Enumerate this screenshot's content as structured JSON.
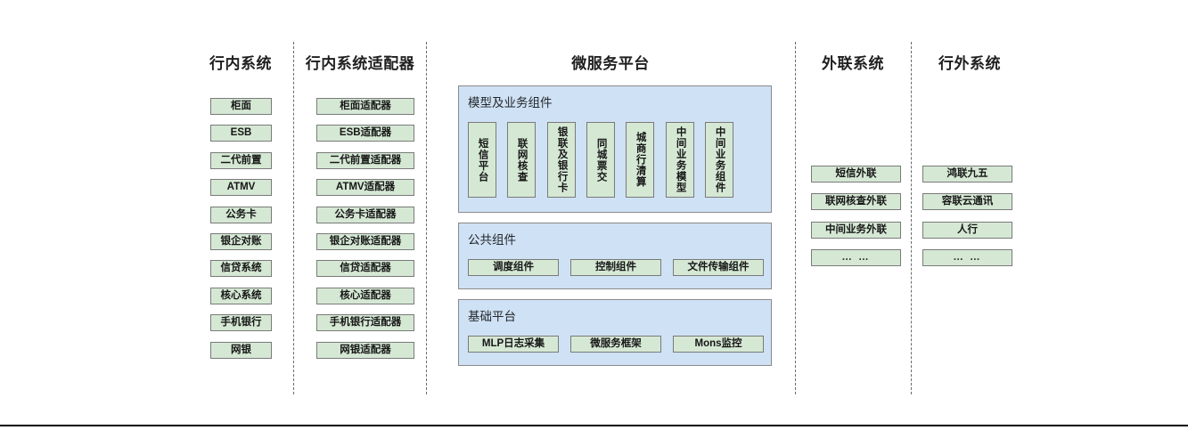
{
  "diagram": {
    "columns": [
      {
        "id": "internal-systems",
        "title": "行内系统",
        "items": [
          "柜面",
          "ESB",
          "二代前置",
          "ATMV",
          "公务卡",
          "银企对账",
          "信贷系统",
          "核心系统",
          "手机银行",
          "网银"
        ]
      },
      {
        "id": "internal-system-adapters",
        "title": "行内系统适配器",
        "items": [
          "柜面适配器",
          "ESB适配器",
          "二代前置适配器",
          "ATMV适配器",
          "公务卡适配器",
          "银企对账适配器",
          "信贷适配器",
          "核心适配器",
          "手机银行适配器",
          "网银适配器"
        ]
      },
      {
        "id": "microservice-platform",
        "title": "微服务平台",
        "panels": [
          {
            "id": "model-business-components",
            "title": "模型及业务组件",
            "orientation": "vertical",
            "items": [
              "短信平台",
              "联网核查",
              "银联及银行卡",
              "同城票交",
              "城商行清算",
              "中间业务模型",
              "中间业务组件"
            ]
          },
          {
            "id": "public-components",
            "title": "公共组件",
            "orientation": "horizontal",
            "items": [
              "调度组件",
              "控制组件",
              "文件传输组件"
            ]
          },
          {
            "id": "base-platform",
            "title": "基础平台",
            "orientation": "horizontal",
            "items": [
              "MLP日志采集",
              "微服务框架",
              "Mons监控"
            ]
          }
        ]
      },
      {
        "id": "external-link-systems",
        "title": "外联系统",
        "items": [
          "短信外联",
          "联网核查外联",
          "中间业务外联",
          "… …"
        ]
      },
      {
        "id": "outside-bank-systems",
        "title": "行外系统",
        "items": [
          "鸿联九五",
          "容联云通讯",
          "人行",
          "… …"
        ]
      }
    ],
    "colors": {
      "node_fill": "#d5e8d4",
      "node_border": "#7a7a7a",
      "panel_fill": "#cfe1f4",
      "panel_border": "#8a8a8a",
      "divider": "#6b6b6b",
      "text": "#1a1a1a"
    }
  }
}
